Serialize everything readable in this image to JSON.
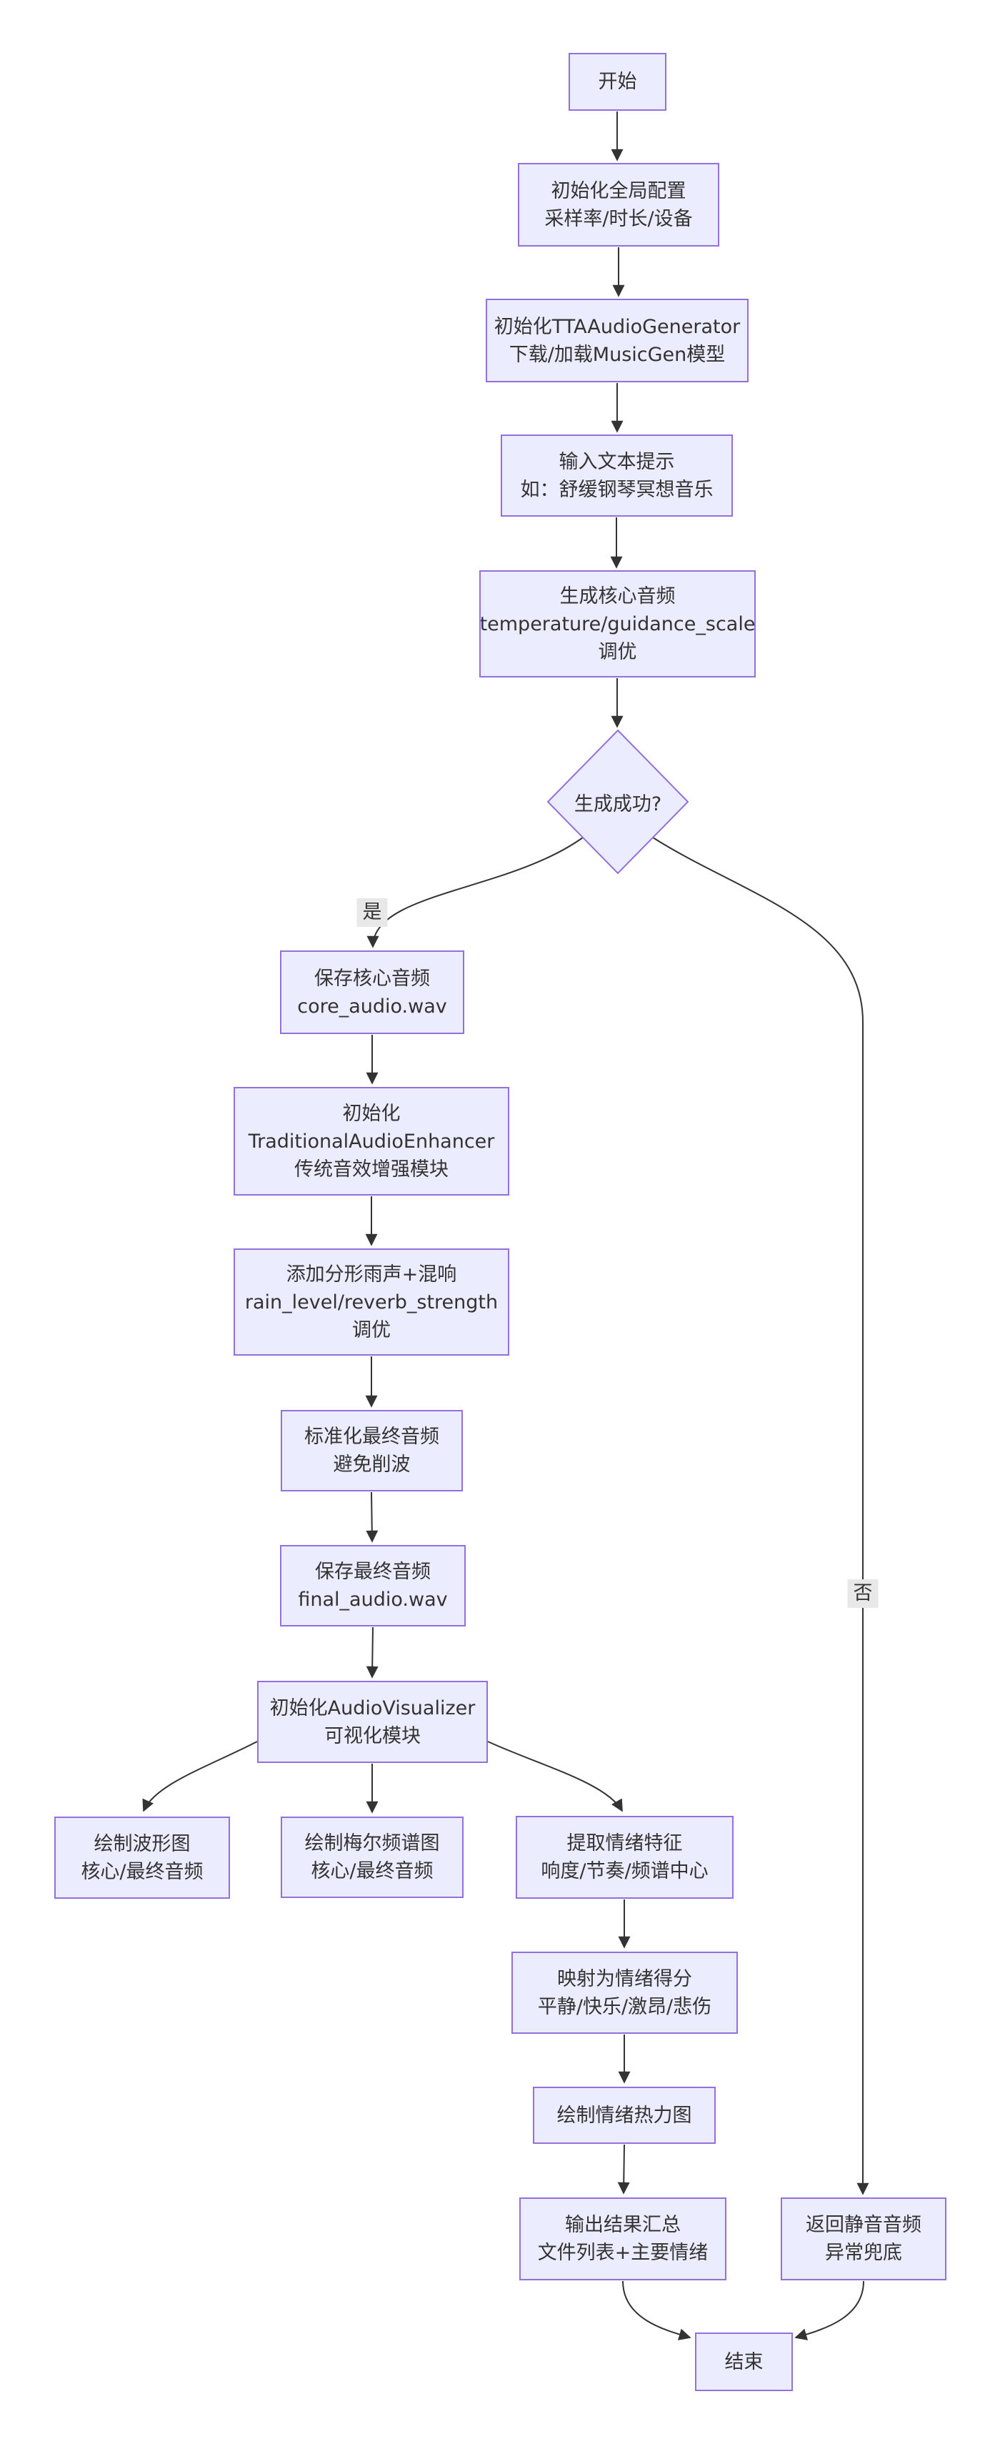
{
  "diagram": {
    "type": "flowchart",
    "colors": {
      "node_fill": "#ECECFF",
      "node_border": "#9370DB",
      "edge_color": "#333333",
      "edge_label_bg": "#E8E8E8",
      "text": "#333333",
      "background": "#FFFFFF"
    },
    "nodes": [
      {
        "id": "start",
        "lines": [
          "开始"
        ]
      },
      {
        "id": "init-config",
        "lines": [
          "初始化全局配置",
          "采样率/时长/设备"
        ]
      },
      {
        "id": "init-generator",
        "lines": [
          "初始化TTAAudioGenerator",
          "下载/加载MusicGen模型"
        ]
      },
      {
        "id": "input-prompt",
        "lines": [
          "输入文本提示",
          "如：舒缓钢琴冥想音乐"
        ]
      },
      {
        "id": "generate-core",
        "lines": [
          "生成核心音频",
          "temperature/guidance_scale",
          "调优"
        ]
      },
      {
        "id": "decision",
        "lines": [
          "生成成功?"
        ]
      },
      {
        "id": "save-core",
        "lines": [
          "保存核心音频",
          "core_audio.wav"
        ]
      },
      {
        "id": "init-enhancer",
        "lines": [
          "初始化",
          "TraditionalAudioEnhancer",
          "传统音效增强模块"
        ]
      },
      {
        "id": "add-rain",
        "lines": [
          "添加分形雨声+混响",
          "rain_level/reverb_strength",
          "调优"
        ]
      },
      {
        "id": "normalize",
        "lines": [
          "标准化最终音频",
          "避免削波"
        ]
      },
      {
        "id": "save-final",
        "lines": [
          "保存最终音频",
          "final_audio.wav"
        ]
      },
      {
        "id": "init-visualizer",
        "lines": [
          "初始化AudioVisualizer",
          "可视化模块"
        ]
      },
      {
        "id": "plot-waveform",
        "lines": [
          "绘制波形图",
          "核心/最终音频"
        ]
      },
      {
        "id": "plot-mel",
        "lines": [
          "绘制梅尔频谱图",
          "核心/最终音频"
        ]
      },
      {
        "id": "extract-emotion",
        "lines": [
          "提取情绪特征",
          "响度/节奏/频谱中心"
        ]
      },
      {
        "id": "map-emotion",
        "lines": [
          "映射为情绪得分",
          "平静/快乐/激昂/悲伤"
        ]
      },
      {
        "id": "plot-heatmap",
        "lines": [
          "绘制情绪热力图"
        ]
      },
      {
        "id": "output-summary",
        "lines": [
          "输出结果汇总",
          "文件列表+主要情绪"
        ]
      },
      {
        "id": "silent-fallback",
        "lines": [
          "返回静音音频",
          "异常兜底"
        ]
      },
      {
        "id": "end",
        "lines": [
          "结束"
        ]
      }
    ],
    "edge_labels": {
      "yes": "是",
      "no": "否"
    }
  }
}
